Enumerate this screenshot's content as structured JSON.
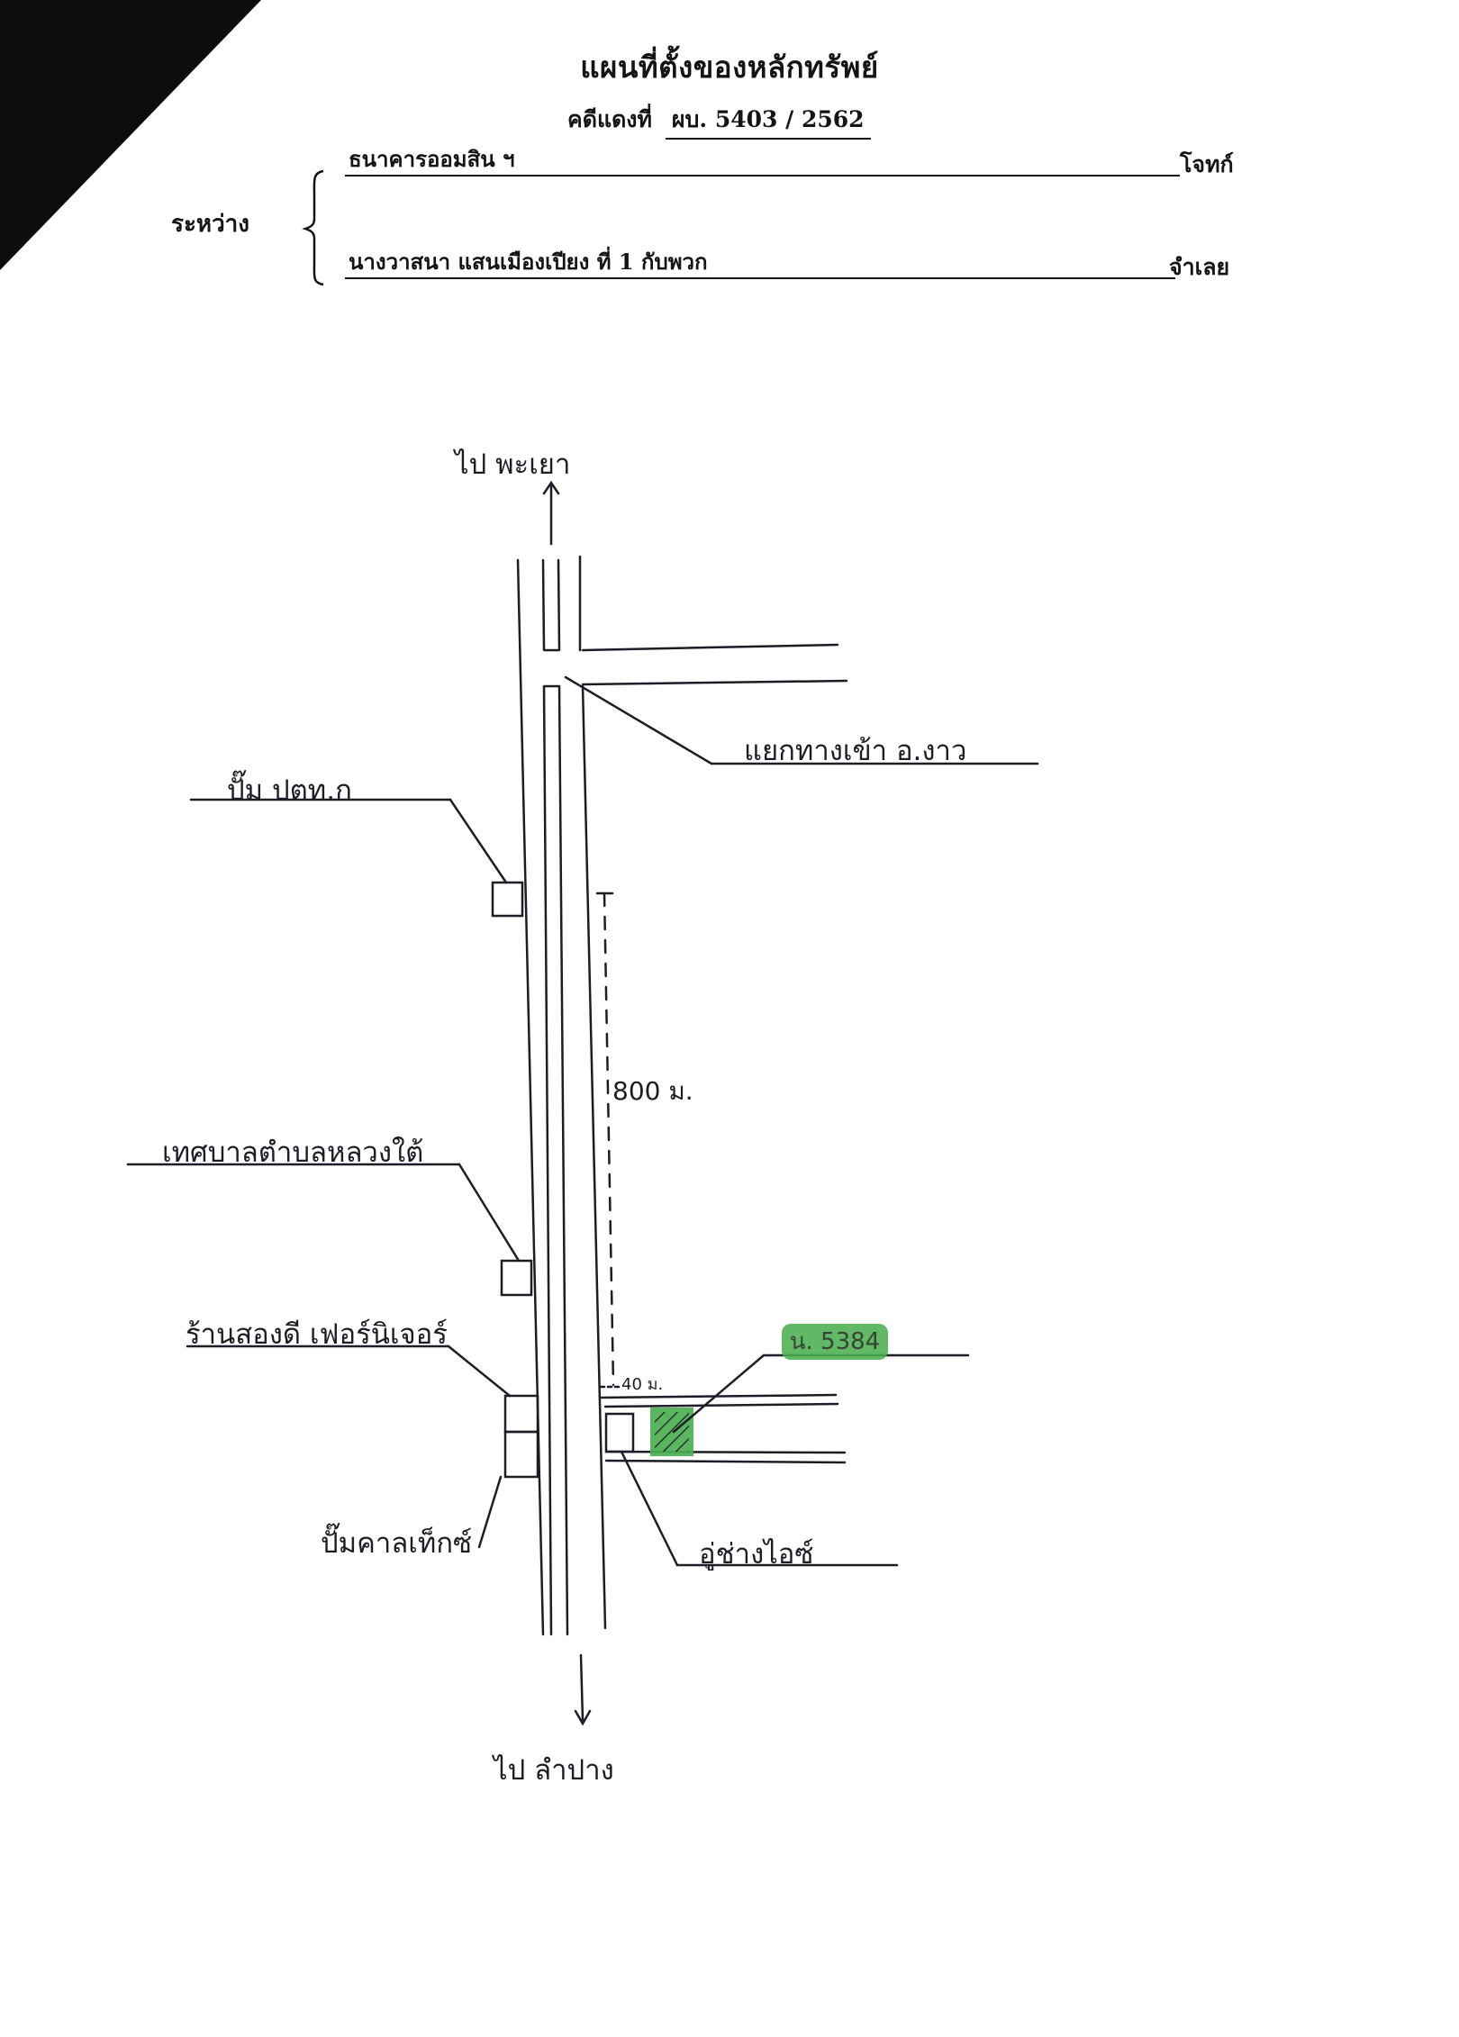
{
  "header": {
    "title": "แผนที่ตั้งของหลักทรัพย์",
    "case_label": "คดีแดงที่",
    "case_number": "ผบ. 5403 / 2562"
  },
  "parties": {
    "between_label": "ระหว่าง",
    "plaintiff_name": "ธนาคารออมสิน ฯ",
    "plaintiff_role": "โจทก์",
    "defendant_name": "นางวาสนา แสนเมืองเปียง ที่ 1 กับพวก",
    "defendant_role": "จำเลย"
  },
  "map": {
    "north_destination": "ไป พะเยา",
    "south_destination": "ไป ลำปาง",
    "junction_label": "แยกทางเข้า อ.งาว",
    "landmarks": {
      "gas_ptt": "ปั๊ม ปตท.ก",
      "municipality": "เทศบาลตำบลหลวงใต้",
      "furniture_shop": "ร้านสองดี เฟอร์นิเจอร์",
      "gas_caltex": "ปั๊มคาลเท็กซ์",
      "garage": "อู่ช่างไอซ์"
    },
    "distance_label": "800 ม.",
    "side_road_distance": "40 ม.",
    "plot_label": "น. 5384",
    "colors": {
      "plot": "#4caf50",
      "ink": "#1d1d28"
    }
  }
}
